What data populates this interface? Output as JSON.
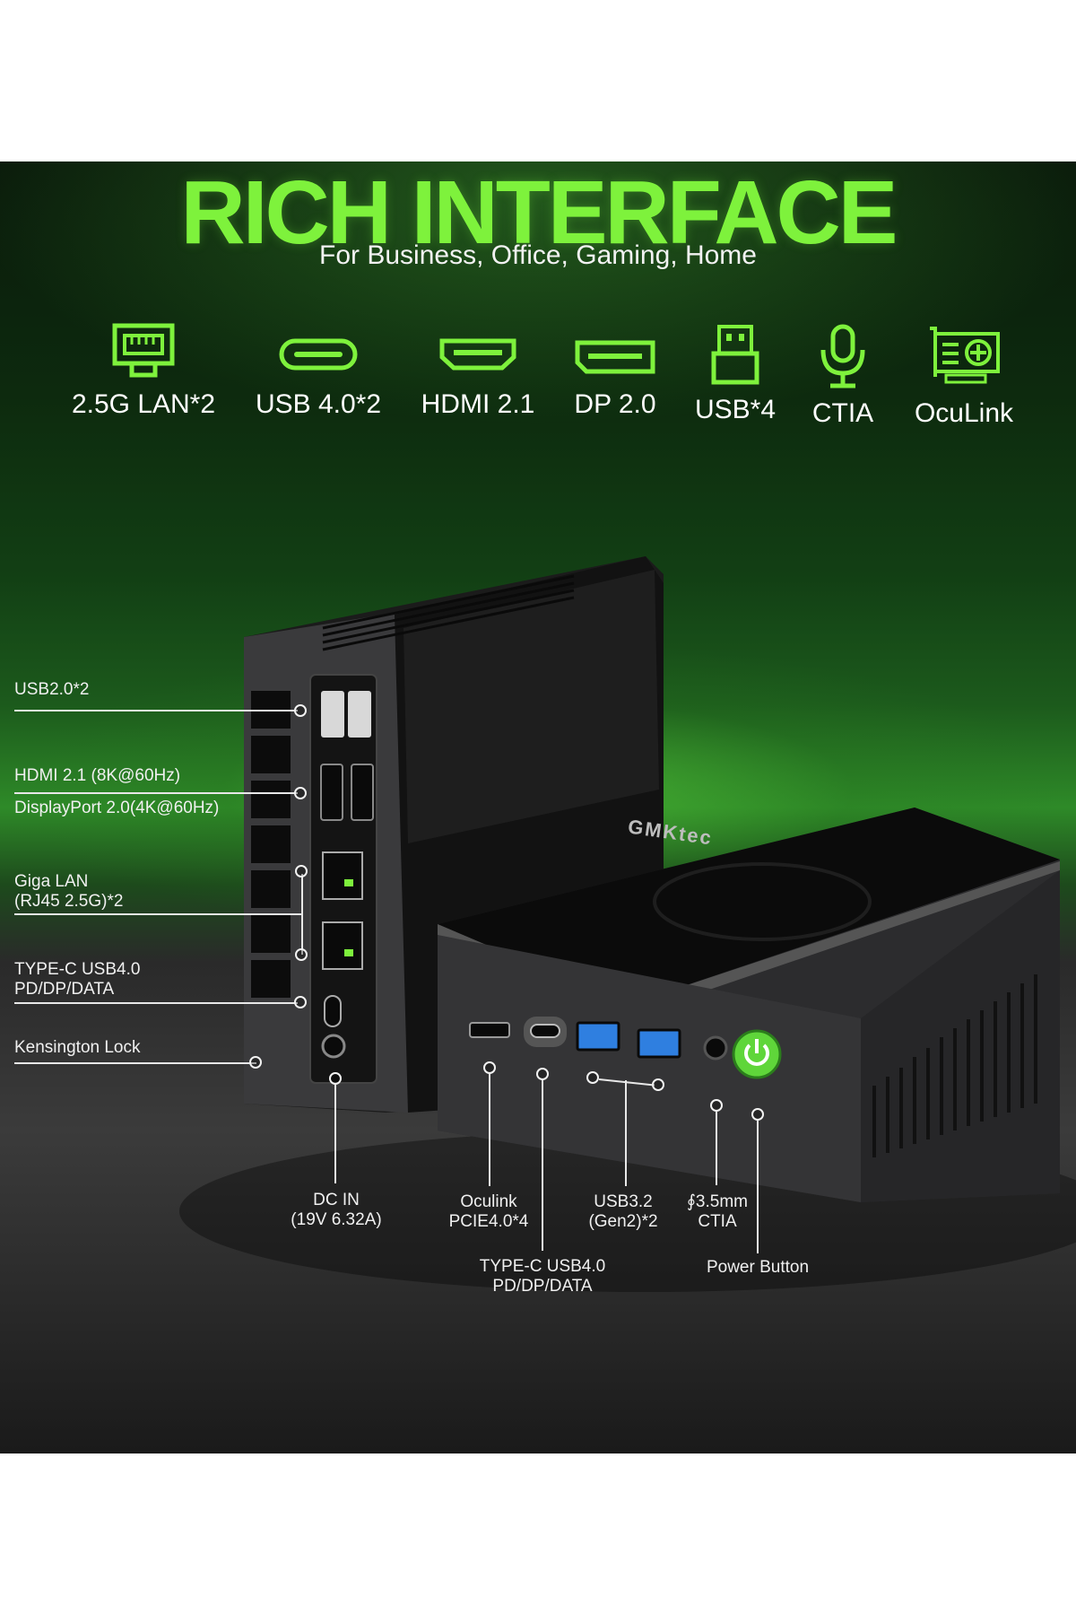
{
  "header": {
    "title": "RICH INTERFACE",
    "subtitle": "For Business, Office, Gaming, Home"
  },
  "features": [
    {
      "icon": "lan-port-icon",
      "label": "2.5G LAN*2"
    },
    {
      "icon": "usb-c-port-icon",
      "label": "USB 4.0*2"
    },
    {
      "icon": "hdmi-port-icon",
      "label": "HDMI 2.1"
    },
    {
      "icon": "displayport-icon",
      "label": "DP 2.0"
    },
    {
      "icon": "usb-a-port-icon",
      "label": "USB*4"
    },
    {
      "icon": "microphone-icon",
      "label": "CTIA"
    },
    {
      "icon": "graphics-card-icon",
      "label": "OcuLink"
    }
  ],
  "device": {
    "brand": "GMKtec"
  },
  "side_callouts": {
    "usb20": "USB2.0*2",
    "hdmi": "HDMI 2.1 (8K@60Hz)",
    "dp": "DisplayPort 2.0(4K@60Hz)",
    "lan_1": "Giga LAN",
    "lan_2": "(RJ45 2.5G)*2",
    "typec_1": "TYPE-C USB4.0",
    "typec_2": "PD/DP/DATA",
    "kensington": "Kensington Lock"
  },
  "front_callouts": {
    "dcin_1": "DC IN",
    "dcin_2": "(19V 6.32A)",
    "oculink_1": "Oculink",
    "oculink_2": "PCIE4.0*4",
    "usb32_1": "USB3.2",
    "usb32_2": "(Gen2)*2",
    "audio_1": "∮3.5mm",
    "audio_2": "CTIA",
    "typec_1": "TYPE-C USB4.0",
    "typec_2": "PD/DP/DATA",
    "power": "Power Button"
  },
  "colors": {
    "accent": "#7ef23c",
    "usb3_blue": "#2f7fe0",
    "power_green": "#5fd63a"
  }
}
